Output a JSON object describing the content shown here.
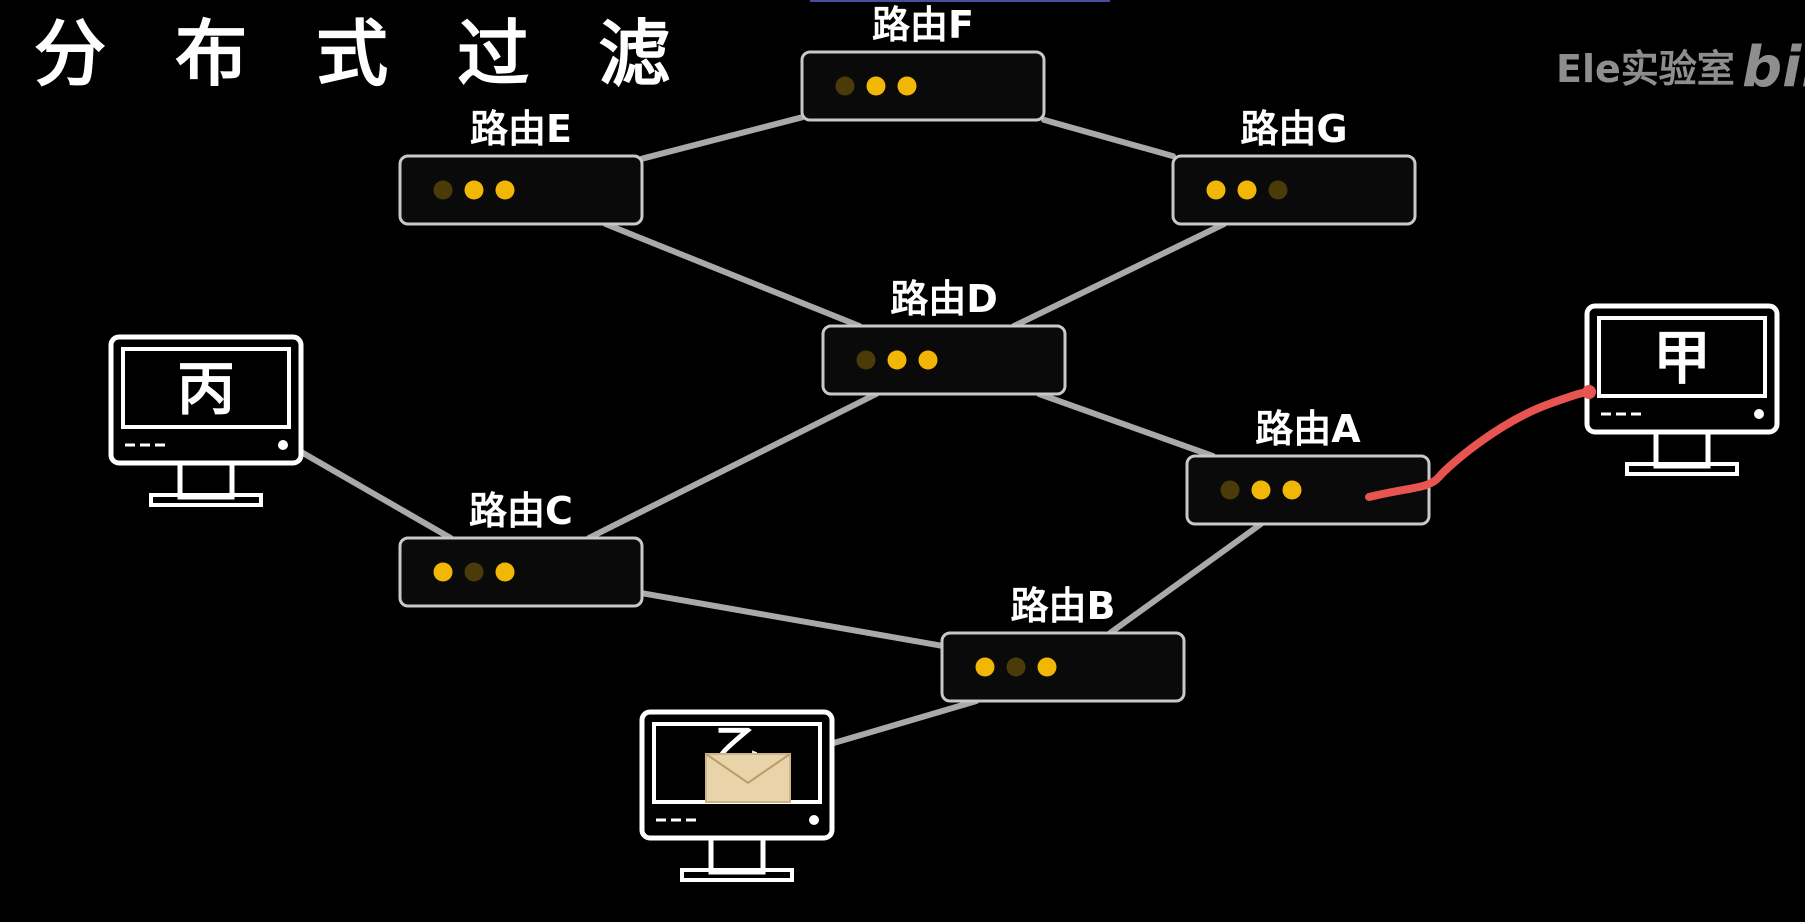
{
  "title": "分 布 式 过 滤",
  "watermark": {
    "text": "Ele实验室",
    "logo_text": "bili"
  },
  "colors": {
    "background": "#000000",
    "link": "#a9a9a9",
    "box_border": "#c8c8c8",
    "box_fill": "#0a0a0a",
    "led_on": "#f2b705",
    "led_off": "#4a3b08",
    "trace": "#e85450",
    "envelope": "#e9d3a8"
  },
  "routers": [
    {
      "id": "A",
      "label": "路由A",
      "leds": [
        0,
        1,
        1
      ]
    },
    {
      "id": "B",
      "label": "路由B",
      "leds": [
        1,
        0,
        1
      ]
    },
    {
      "id": "C",
      "label": "路由C",
      "leds": [
        1,
        0,
        1
      ]
    },
    {
      "id": "D",
      "label": "路由D",
      "leds": [
        0,
        1,
        1
      ]
    },
    {
      "id": "E",
      "label": "路由E",
      "leds": [
        0,
        1,
        1
      ]
    },
    {
      "id": "F",
      "label": "路由F",
      "leds": [
        0,
        1,
        1
      ]
    },
    {
      "id": "G",
      "label": "路由G",
      "leds": [
        1,
        1,
        0
      ]
    }
  ],
  "computers": [
    {
      "id": "jia",
      "label": "甲",
      "icon": "monitor-icon"
    },
    {
      "id": "yi",
      "label": "乙",
      "icon": "monitor-icon",
      "content_icon": "envelope-icon"
    },
    {
      "id": "bing",
      "label": "丙",
      "icon": "monitor-icon"
    }
  ],
  "links": [
    [
      "F",
      "E"
    ],
    [
      "F",
      "G"
    ],
    [
      "E",
      "D"
    ],
    [
      "G",
      "D"
    ],
    [
      "D",
      "A"
    ],
    [
      "D",
      "C"
    ],
    [
      "C",
      "B"
    ],
    [
      "A",
      "B"
    ],
    [
      "bing",
      "C"
    ],
    [
      "yi",
      "B"
    ]
  ],
  "annotation": {
    "type": "hand-drawn trace",
    "from": "jia",
    "to": "A"
  }
}
